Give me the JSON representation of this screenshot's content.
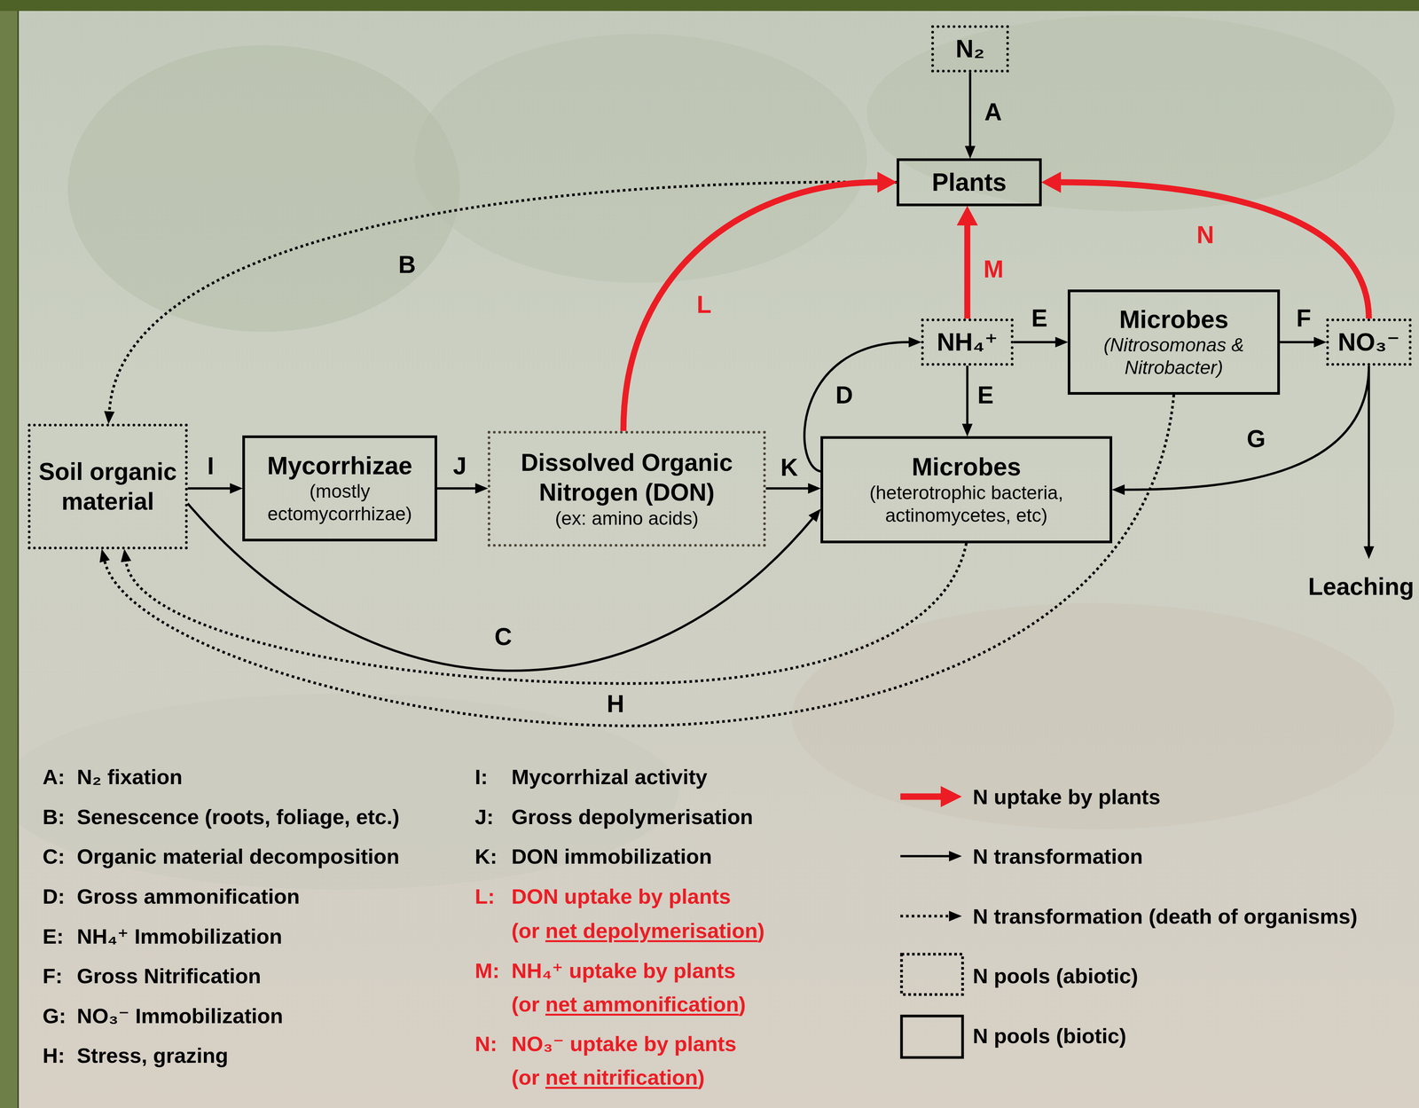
{
  "diagram": {
    "nodes": [
      {
        "text": [
          "N₂"
        ]
      },
      {
        "text": [
          "Plants"
        ]
      },
      {
        "text": [
          "NH₄⁺"
        ]
      },
      {
        "text": [
          "Microbes",
          "(Nitrosomonas & Nitrobacter)"
        ]
      },
      {
        "text": [
          "NO₃⁻"
        ]
      },
      {
        "text": [
          "Soil organic material"
        ]
      },
      {
        "text": [
          "Mycorrhizae",
          "(mostly ectomycorrhizae)"
        ]
      },
      {
        "text": [
          "Dissolved Organic Nitrogen (DON)",
          "(ex: amino acids)"
        ]
      },
      {
        "text": [
          "Microbes",
          "(heterotrophic bacteria, actinomycetes, etc)"
        ]
      }
    ],
    "edges": [
      {
        "from": 0,
        "to": 1,
        "label": "A",
        "arrow": "to"
      },
      {
        "from": 1,
        "to": 5,
        "label": "B",
        "arrow": "to"
      },
      {
        "from": 5,
        "to": 8,
        "label": "C",
        "arrow": "to"
      },
      {
        "from": 8,
        "to": 2,
        "label": "D",
        "arrow": "to"
      },
      {
        "from": 2,
        "to": 3,
        "label": "E",
        "arrow": "to"
      },
      {
        "from": 2,
        "to": 8,
        "label": "E",
        "arrow": "to"
      },
      {
        "from": 3,
        "to": 4,
        "label": "F",
        "arrow": "to"
      },
      {
        "from": 4,
        "to": 8,
        "label": "G",
        "arrow": "to"
      },
      {
        "from": 3,
        "to": 5,
        "label": "H",
        "arrow": "to"
      },
      {
        "from": 8,
        "to": 5,
        "arrow": "to"
      },
      {
        "from": 5,
        "to": 6,
        "label": "I",
        "arrow": "to"
      },
      {
        "from": 6,
        "to": 7,
        "label": "J",
        "arrow": "to"
      },
      {
        "from": 7,
        "to": 8,
        "label": "K",
        "arrow": "to"
      },
      {
        "from": 7,
        "to": 1,
        "label": "L",
        "arrow": "to"
      },
      {
        "from": 2,
        "to": 1,
        "label": "M",
        "arrow": "to"
      },
      {
        "from": 4,
        "to": 1,
        "label": "N",
        "arrow": "to"
      }
    ],
    "labels": [
      "A:",
      "N₂ fixation",
      "B:",
      "Senescence (roots, foliage, etc.)",
      "C:",
      "Organic material decomposition",
      "D:",
      "Gross ammonification",
      "E:",
      "NH₄⁺ Immobilization",
      "F:",
      "Gross Nitrification",
      "G:",
      "NO₃⁻ Immobilization",
      "H:",
      "Stress, grazing",
      "I:",
      "Mycorrhizal activity",
      "J:",
      "Gross depolymerisation",
      "K:",
      "DON immobilization",
      "L:",
      "DON uptake by plants",
      "(or",
      "net depolymerisation",
      ")",
      "M:",
      "NH₄⁺ uptake by plants",
      "(or",
      "net ammonification",
      ")",
      "N:",
      "NO₃⁻ uptake by plants",
      "(or",
      "net nitrification",
      ")",
      "Leaching"
    ],
    "legend": [
      {
        "text": "N uptake by plants"
      },
      {
        "text": "N transformation"
      },
      {
        "text": "N transformation (death of organisms)"
      },
      {
        "text": "N pools (abiotic)"
      },
      {
        "text": "N pools (biotic)"
      }
    ]
  }
}
